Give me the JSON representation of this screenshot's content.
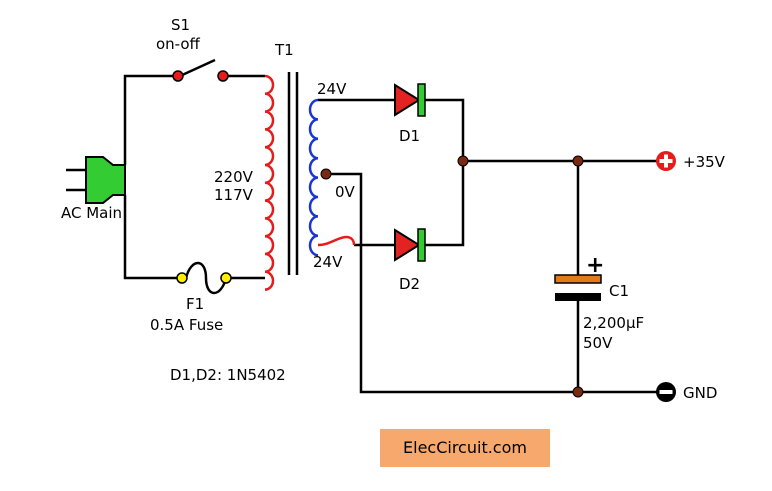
{
  "diagram": {
    "switch": {
      "ref": "S1",
      "desc": "on-off"
    },
    "transformer": {
      "ref": "T1",
      "primary_v1": "220V",
      "primary_v2": "117V",
      "sec_top": "24V",
      "sec_center": "0V",
      "sec_bottom": "24V"
    },
    "plug_label": "AC Main",
    "fuse": {
      "ref": "F1",
      "desc": "0.5A Fuse"
    },
    "diode_note": "D1,D2: 1N5402",
    "diode1": "D1",
    "diode2": "D2",
    "capacitor": {
      "ref": "C1",
      "value": "2,200µF",
      "voltage": "50V",
      "polarity": "+"
    },
    "output_pos": {
      "symbol": "+",
      "label": "+35V"
    },
    "output_neg": {
      "symbol": "−",
      "label": "GND"
    },
    "brand": "ElecCircuit.com"
  },
  "colors": {
    "wire": "#000000",
    "primary_coil": "#e81b1b",
    "secondary_coil": "#1a35d6",
    "diode_body": "#e32222",
    "diode_bar": "#33cc33",
    "node": "#7a2a12",
    "plug": "#33cc33",
    "terminal": "#e81b1b",
    "fuse_end": "#ffee00",
    "cap_top": "#e07b18",
    "brand_bg": "#f6a86d"
  }
}
